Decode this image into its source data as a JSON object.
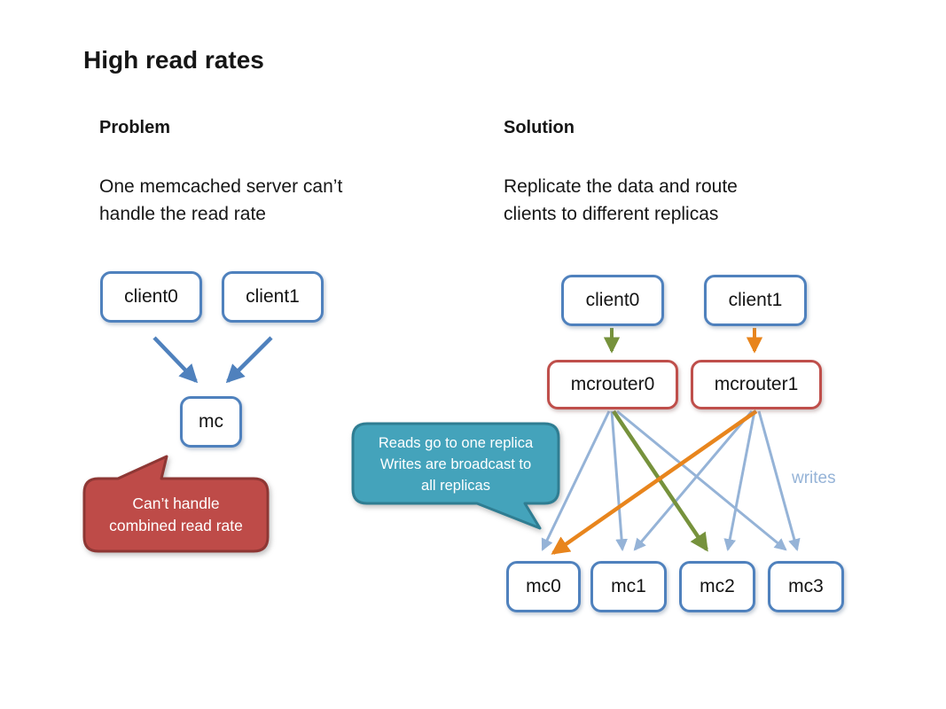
{
  "slide": {
    "title": "High read rates",
    "problem": {
      "heading": "Problem",
      "body_line1": "One memcached server can’t",
      "body_line2": "handle the read rate"
    },
    "solution": {
      "heading": "Solution",
      "body_line1": "Replicate the data and route",
      "body_line2": "clients to different replicas"
    }
  },
  "problem_diagram": {
    "nodes": {
      "client0": "client0",
      "client1": "client1",
      "mc": "mc"
    },
    "callout": {
      "line1": "Can’t handle",
      "line2": "combined read rate"
    },
    "edges": [
      "client0 -> mc",
      "client1 -> mc"
    ]
  },
  "solution_diagram": {
    "nodes": {
      "client0": "client0",
      "client1": "client1",
      "mcrouter0": "mcrouter0",
      "mcrouter1": "mcrouter1",
      "mc0": "mc0",
      "mc1": "mc1",
      "mc2": "mc2",
      "mc3": "mc3"
    },
    "callout": {
      "line1": "Reads go to one replica",
      "line2": "Writes are broadcast to",
      "line3": "all replicas"
    },
    "writes_label": "writes",
    "edges": {
      "reads": [
        "client0 -> mcrouter0 (green)",
        "client1 -> mcrouter1 (orange)",
        "mcrouter0 -> mc2 (green)",
        "mcrouter1 -> mc0 (orange)"
      ],
      "writes": [
        "mcrouter0 -> mc0",
        "mcrouter0 -> mc1",
        "mcrouter0 -> mc3",
        "mcrouter1 -> mc1",
        "mcrouter1 -> mc2",
        "mcrouter1 -> mc3"
      ]
    }
  },
  "colors": {
    "node_border_blue": "#4f81bd",
    "node_border_red": "#bf4f4b",
    "arrow_blue": "#4f81bd",
    "arrow_light_blue": "#95b3d7",
    "arrow_green": "#76923c",
    "arrow_orange": "#e8851d",
    "callout_red_fill": "#be4b48",
    "callout_red_border": "#8e3734",
    "callout_teal_fill": "#44a3bb",
    "callout_teal_border": "#2f7d92",
    "writes_label_color": "#95b3d7",
    "text_color": "#161616",
    "background": "#ffffff"
  }
}
